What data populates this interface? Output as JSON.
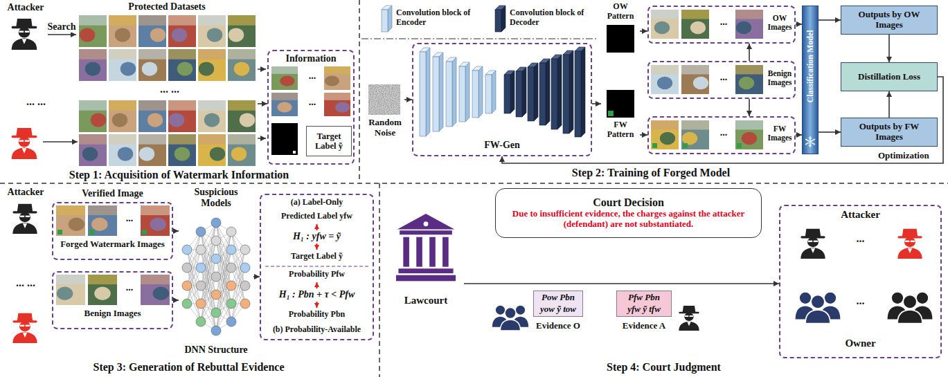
{
  "diagram": {
    "nodes": [
      {
        "text": [
          "Attacker"
        ]
      },
      {
        "text": [
          "Protected Datasets"
        ]
      },
      {
        "text": [
          "Information",
          "...",
          "..."
        ]
      },
      {
        "text": [
          "Target Label ỹ"
        ],
        "in": 2
      },
      {
        "text": [
          "Random Noise"
        ]
      },
      {
        "text": [
          "FW-Gen"
        ]
      },
      {
        "text": [
          "OW Pattern"
        ]
      },
      {
        "text": [
          "FW Pattern"
        ]
      },
      {
        "text": [
          "OW Images",
          "..."
        ]
      },
      {
        "text": [
          "Benign Images",
          "..."
        ]
      },
      {
        "text": [
          "FW Images",
          "..."
        ]
      },
      {
        "text": [
          "Classification Model"
        ]
      },
      {
        "text": [
          "Outputs by OW Images"
        ]
      },
      {
        "text": [
          "Distillation Loss"
        ]
      },
      {
        "text": [
          "Outputs by FW Images"
        ]
      },
      {
        "text": [
          "Attacker"
        ]
      },
      {
        "text": [
          "Forged Watermark Images",
          "..."
        ]
      },
      {
        "text": [
          "Benign Images",
          "..."
        ]
      },
      {
        "text": [
          "Suspicious Models",
          "DNN Structure"
        ]
      },
      {
        "text": [
          "(a) Label-Only",
          "Predicted Label yfw",
          "H₁ : yfw = ỹ",
          "Target Label ỹ",
          "Probability Pfw",
          "H₁ : Pbn + τ < Pfw",
          "Probability Pbn",
          "(b) Probability-Available"
        ]
      },
      {
        "text": [
          "Lawcourt"
        ]
      },
      {
        "text": [
          "Court Decision",
          "Due to insufficient evidence, the charges against the attacker (defendant) are not substantiated."
        ]
      },
      {
        "text": [
          "Pow Pbn",
          "yow ỹ tow",
          "Evidence O"
        ]
      },
      {
        "text": [
          "Pfw Pbn",
          "yfw ỹ tfw",
          "Evidence A"
        ]
      },
      {
        "text": [
          "Attacker",
          "...",
          "...",
          "Owner"
        ]
      }
    ],
    "edges": [
      {
        "from": 0,
        "to": 1,
        "arrow": "to",
        "label": "Search"
      },
      {
        "from": 1,
        "to": 2,
        "arrow": "to"
      },
      {
        "from": 4,
        "to": 5,
        "arrow": "to"
      },
      {
        "from": 5,
        "to": 7,
        "arrow": "to"
      },
      {
        "from": 6,
        "to": 8,
        "arrow": "to"
      },
      {
        "from": 7,
        "to": 10,
        "arrow": "to"
      },
      {
        "from": 9,
        "to": 8,
        "arrow": "to"
      },
      {
        "from": 9,
        "to": 10,
        "arrow": "to"
      },
      {
        "from": 8,
        "to": 11,
        "arrow": "to"
      },
      {
        "from": 10,
        "to": 11,
        "arrow": "to"
      },
      {
        "from": 11,
        "to": 12,
        "arrow": "to"
      },
      {
        "from": 11,
        "to": 14,
        "arrow": "to"
      },
      {
        "from": 12,
        "to": 13,
        "arrow": "to"
      },
      {
        "from": 14,
        "to": 13,
        "arrow": "to"
      },
      {
        "from": 13,
        "to": 5,
        "arrow": "to",
        "label": "Optimization"
      },
      {
        "from": 16,
        "to": 18,
        "arrow": "to"
      },
      {
        "from": 17,
        "to": 18,
        "arrow": "to"
      },
      {
        "from": 18,
        "to": 19,
        "arrow": "to"
      },
      {
        "from": 20,
        "to": 24,
        "arrow": "to"
      }
    ],
    "labels": [
      "... ...",
      "... ...",
      "Step 1: Acquisition of Watermark Information",
      "Step 2: Training of Forged Model",
      "Verified Image",
      "... ...",
      "Step 3: Generation of Rebuttal Evidence",
      "Step 4: Court Judgment"
    ],
    "legend": [
      {
        "text": "Convolution block of Encoder"
      },
      {
        "text": "Convolution block of Decoder"
      }
    ]
  }
}
